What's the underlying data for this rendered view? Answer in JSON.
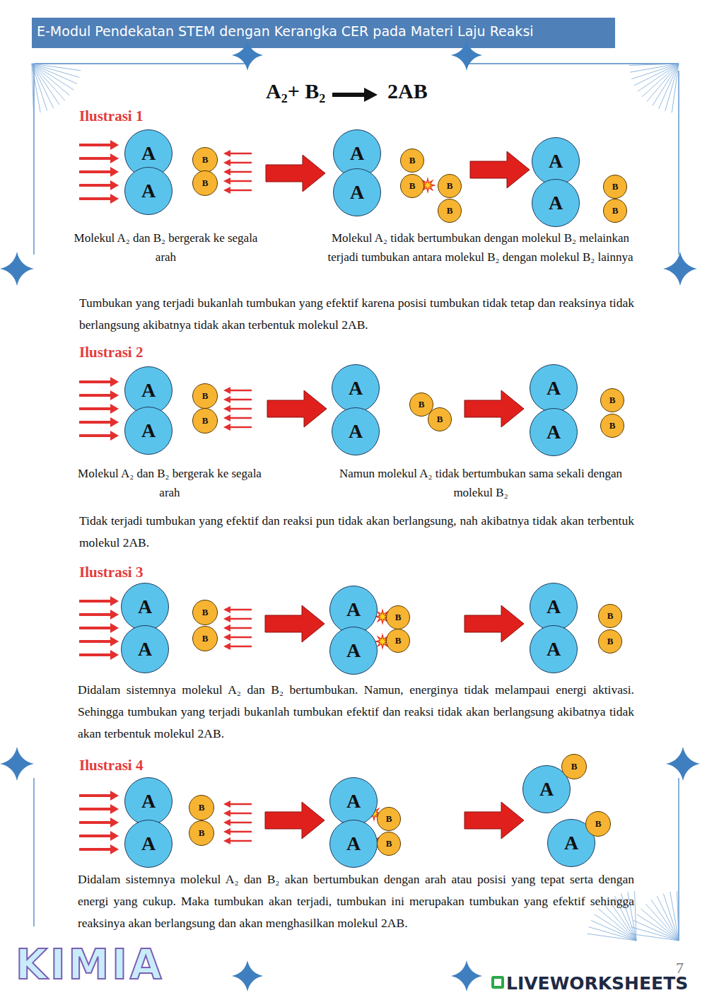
{
  "diagram": {
    "title": "E-Modul Pendekatan STEM dengan Kerangka CER pada Materi Laju Reaksi",
    "nodes": [
      {
        "text": [
          "A"
        ]
      },
      {
        "text": [
          "A"
        ]
      },
      {
        "text": [
          "B"
        ]
      },
      {
        "text": [
          "B"
        ]
      },
      {
        "text": [
          "A"
        ]
      },
      {
        "text": [
          "A"
        ]
      },
      {
        "text": [
          "B"
        ]
      },
      {
        "text": [
          "B"
        ]
      },
      {
        "text": [
          "B"
        ]
      },
      {
        "text": [
          "B"
        ]
      },
      {
        "text": [
          "A"
        ]
      },
      {
        "text": [
          "A"
        ]
      },
      {
        "text": [
          "B"
        ]
      },
      {
        "text": [
          "B"
        ]
      },
      {
        "text": [
          "A"
        ]
      },
      {
        "text": [
          "A"
        ]
      },
      {
        "text": [
          "B"
        ]
      },
      {
        "text": [
          "B"
        ]
      },
      {
        "text": [
          "A"
        ]
      },
      {
        "text": [
          "A"
        ]
      },
      {
        "text": [
          "B"
        ]
      },
      {
        "text": [
          "B"
        ]
      },
      {
        "text": [
          "A"
        ]
      },
      {
        "text": [
          "A"
        ]
      },
      {
        "text": [
          "B"
        ]
      },
      {
        "text": [
          "B"
        ]
      },
      {
        "text": [
          "A"
        ]
      },
      {
        "text": [
          "A"
        ]
      },
      {
        "text": [
          "B"
        ]
      },
      {
        "text": [
          "B"
        ]
      },
      {
        "text": [
          "A"
        ]
      },
      {
        "text": [
          "A"
        ]
      },
      {
        "text": [
          "B"
        ]
      },
      {
        "text": [
          "B"
        ]
      },
      {
        "text": [
          "A"
        ]
      },
      {
        "text": [
          "A"
        ]
      },
      {
        "text": [
          "B"
        ]
      },
      {
        "text": [
          "B"
        ]
      },
      {
        "text": [
          "A"
        ]
      },
      {
        "text": [
          "A"
        ]
      },
      {
        "text": [
          "B"
        ]
      },
      {
        "text": [
          "B"
        ]
      },
      {
        "text": [
          "A"
        ]
      },
      {
        "text": [
          "A"
        ]
      },
      {
        "text": [
          "B"
        ]
      },
      {
        "text": [
          "B"
        ]
      },
      {
        "text": [
          "A"
        ]
      },
      {
        "text": [
          "B"
        ]
      },
      {
        "text": [
          "A"
        ]
      },
      {
        "text": [
          "B"
        ]
      }
    ],
    "labels": [
      "A₂+ B₂",
      "2AB",
      "Ilustrasi 1",
      "Molekul A₂ dan B₂ bergerak ke segala arah",
      "Molekul A₂ tidak bertumbukan dengan molekul B₂ melainkan terjadi tumbukan antara molekul B₂ dengan molekul B₂ lainnya",
      "Tumbukan yang terjadi bukanlah tumbukan yang efektif karena posisi tumbukan tidak tetap dan reaksinya tidak berlangsung akibatnya tidak akan terbentuk molekul 2AB.",
      "Ilustrasi 2",
      "Molekul A₂ dan B₂ bergerak ke segala arah",
      "Namun molekul A₂ tidak bertumbukan sama sekali dengan molekul B₂",
      "Tidak terjadi tumbukan yang efektif dan reaksi pun tidak akan berlangsung, nah akibatnya tidak akan terbentuk molekul 2AB.",
      "Ilustrasi 3",
      "Didalam sistemnya molekul A₂ dan B₂ bertumbukan. Namun, energinya tidak melampaui energi aktivasi. Sehingga tumbukan yang terjadi bukanlah tumbukan efektif dan reaksi tidak akan berlangsung akibatnya tidak akan terbentuk molekul 2AB.",
      "Ilustrasi 4",
      "Didalam sistemnya molekul A₂ dan B₂ akan bertumbukan dengan arah atau posisi yang tepat serta dengan energi yang cukup. Maka tumbukan akan terjadi, tumbukan ini merupakan tumbukan yang efektif sehingga reaksinya akan berlangsung dan akan menghasilkan molekul 2AB.",
      "KIMIA",
      "7",
      "LIVEWORKSHEETS"
    ]
  }
}
